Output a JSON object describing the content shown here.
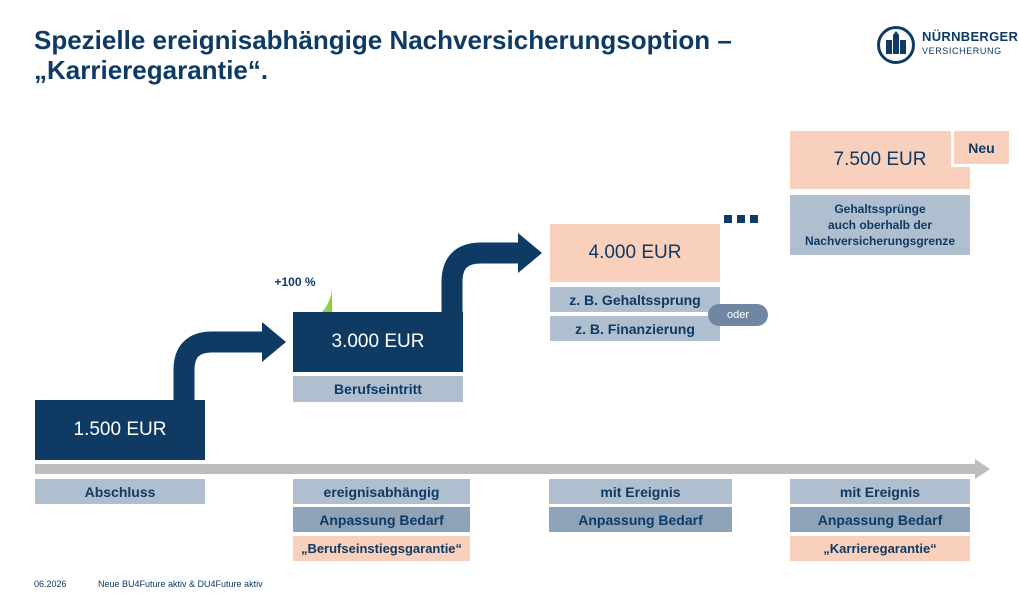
{
  "title_line1": "Spezielle ereignisabhängige Nachversicherungsoption –",
  "title_line2": "„Karrieregarantie“.",
  "logo": {
    "name": "NÜRNBERGER",
    "sub": "VERSICHERUNG"
  },
  "steps": {
    "step1_amount": "1.500 EUR",
    "step2_amount": "3.000 EUR",
    "step2_badge": "+100 %",
    "step2_label": "Berufseintritt",
    "step3_amount": "4.000 EUR",
    "step3_example1": "z. B. Gehaltssprung",
    "step3_example2": "z. B. Finanzierung",
    "step3_oder": "oder",
    "ellipsis": "...",
    "step4_amount": "7.500 EUR",
    "step4_new": "Neu",
    "step4_desc_line1": "Gehaltssprünge",
    "step4_desc_line2": "auch oberhalb der",
    "step4_desc_line3": "Nachversicherungsgrenze"
  },
  "timeline": {
    "col1": {
      "row1": "Abschluss"
    },
    "col2": {
      "row1": "ereignisabhängig",
      "row2": "Anpassung Bedarf",
      "row3": "„Berufseinstiegsgarantie“"
    },
    "col3": {
      "row1": "mit Ereignis",
      "row2": "Anpassung Bedarf"
    },
    "col4": {
      "row1": "mit Ereignis",
      "row2": "Anpassung Bedarf",
      "row3": "„Karrieregarantie“"
    }
  },
  "footer": {
    "date": "06.2026",
    "product": "Neue BU4Future aktiv & DU4Future aktiv"
  },
  "colors": {
    "navy": "#0e3a64",
    "peach": "#f9d0bc",
    "green": "#8fcf4a",
    "light": "#b0bfcf",
    "mid": "#8ea2b8",
    "axis": "#bdbdbd"
  }
}
